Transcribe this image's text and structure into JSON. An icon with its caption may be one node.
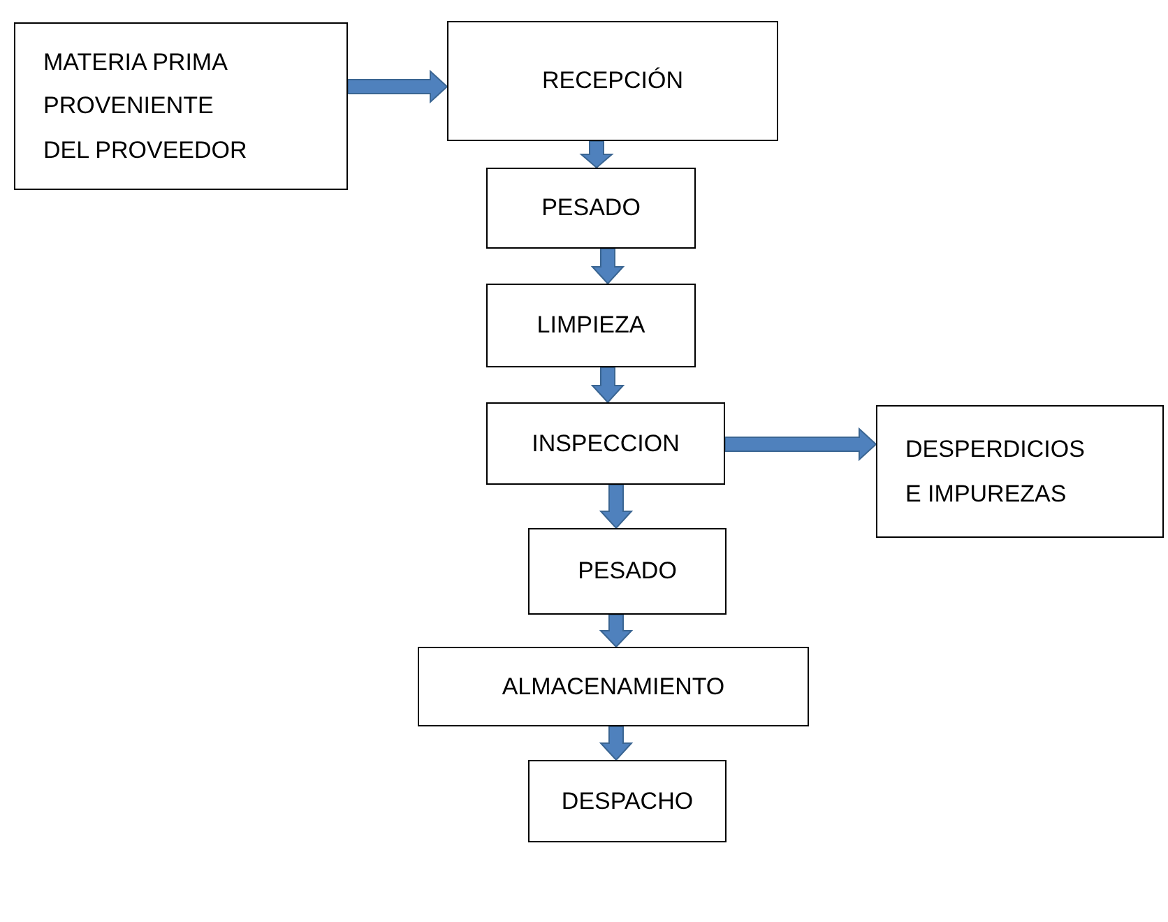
{
  "diagram": {
    "nodes": [
      {
        "text": [
          "MATERIA PRIMA PROVENIENTE DEL PROVEEDOR"
        ]
      },
      {
        "text": [
          "RECEPCIÓN"
        ]
      },
      {
        "text": [
          "PESADO"
        ]
      },
      {
        "text": [
          "LIMPIEZA"
        ]
      },
      {
        "text": [
          "INSPECCION"
        ]
      },
      {
        "text": [
          "DESPERDICIOS E IMPUREZAS"
        ]
      },
      {
        "text": [
          "PESADO"
        ]
      },
      {
        "text": [
          "ALMACENAMIENTO"
        ]
      },
      {
        "text": [
          "DESPACHO"
        ]
      }
    ],
    "edges": [
      {
        "from": 0,
        "to": 1,
        "arrow": "to"
      },
      {
        "from": 1,
        "to": 2,
        "arrow": "to"
      },
      {
        "from": 2,
        "to": 3,
        "arrow": "to"
      },
      {
        "from": 3,
        "to": 4,
        "arrow": "to"
      },
      {
        "from": 4,
        "to": 5,
        "arrow": "to"
      },
      {
        "from": 4,
        "to": 6,
        "arrow": "to"
      },
      {
        "from": 6,
        "to": 7,
        "arrow": "to"
      },
      {
        "from": 7,
        "to": 8,
        "arrow": "to"
      }
    ]
  }
}
